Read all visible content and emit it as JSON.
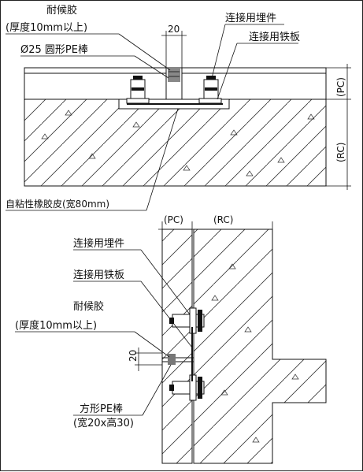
{
  "top_detail": {
    "sealant": "耐候胶",
    "sealant_note": "(厚度10mm以上)",
    "backer_rod": "Ø25 圆形PE棒",
    "joint_width": "20",
    "embedded_part": "连接用埋件",
    "iron_plate": "连接用铁板",
    "tape": "自粘性橡胶皮(宽80mm)",
    "pc_label": "(PC)",
    "rc_label": "(RC)"
  },
  "bottom_detail": {
    "pc_label": "(PC)",
    "rc_label": "(RC)",
    "embedded_part": "连接用埋件",
    "iron_plate": "连接用铁板",
    "sealant": "耐候胶",
    "sealant_note": "(厚度10mm以上)",
    "joint_width": "20",
    "backer_rod": "方形PE棒",
    "backer_rod_size": "(宽20x高30)"
  }
}
